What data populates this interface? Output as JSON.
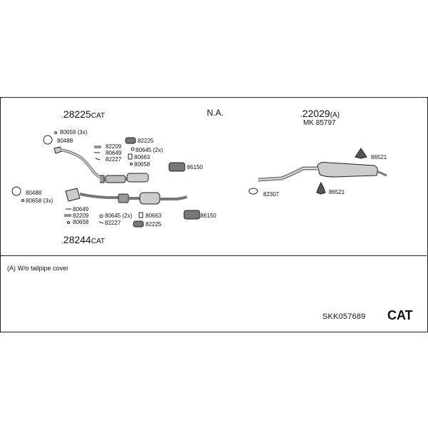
{
  "assemblies": {
    "upper": {
      "number": "28225",
      "suffix": "CAT"
    },
    "lower": {
      "number": "28244",
      "suffix": "CAT"
    },
    "middle": {
      "label": "N.A."
    },
    "rear": {
      "number": "22029",
      "suffix": "(A)",
      "mk": "MK  85797"
    }
  },
  "parts": {
    "p80658_3x_upper": "80658 (3x)",
    "p80488_upper": "80488",
    "p82209_upper": "82209",
    "p80649_upper": "80649",
    "p82227_upper": "82227",
    "p82225_upper": "82225",
    "p80645_2x_upper": "80645 (2x)",
    "p80663_upper": "80663",
    "p80658_upper": "80658",
    "p86150_upper": "86150",
    "p80488_lower": "80488",
    "p80658_3x_lower": "80658 (3x)",
    "p80649_lower": "80649",
    "p82209_lower": "82209",
    "p80658_lower": "80658",
    "p80645_2x_lower": "80645 (2x)",
    "p82227_lower": "82227",
    "p80663_lower": "80663",
    "p82225_lower": "82225",
    "p86150_lower": "86150",
    "p86521_upper": "86521",
    "p86521_lower": "86521",
    "p82307": "82307"
  },
  "note": "(A) W/o tailpipe cover",
  "kit_code": "SKK057689",
  "category": "CAT"
}
